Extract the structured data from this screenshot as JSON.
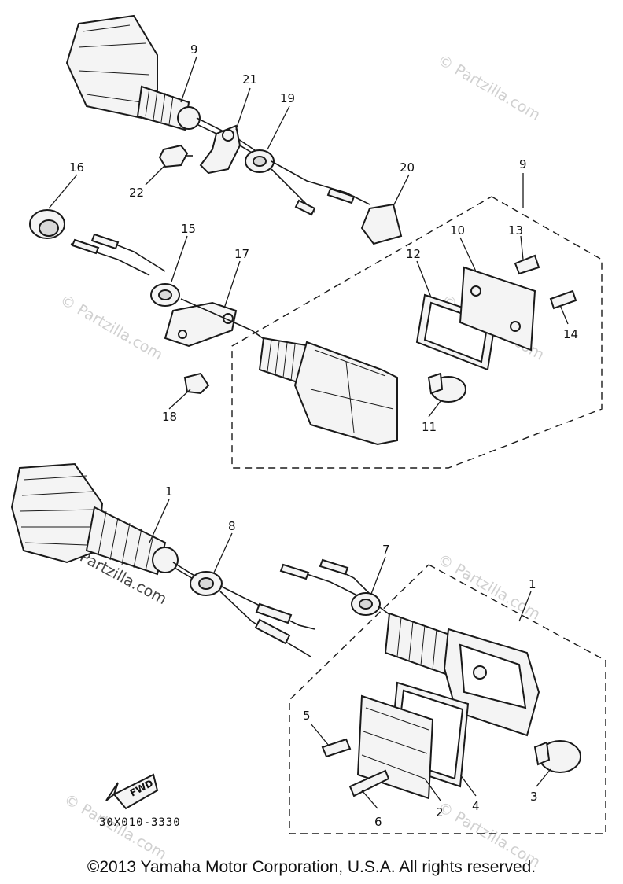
{
  "watermark": "© Partzilla.com",
  "fwd_label": "FWD",
  "part_code": "30X010-3330",
  "copyright": "©2013  Yamaha Motor Corporation, U.S.A. All rights reserved.",
  "callouts": [
    "9",
    "21",
    "19",
    "22",
    "16",
    "20",
    "9",
    "15",
    "17",
    "10",
    "13",
    "12",
    "14",
    "18",
    "11",
    "1",
    "8",
    "7",
    "1",
    "5",
    "6",
    "2",
    "4",
    "3"
  ]
}
